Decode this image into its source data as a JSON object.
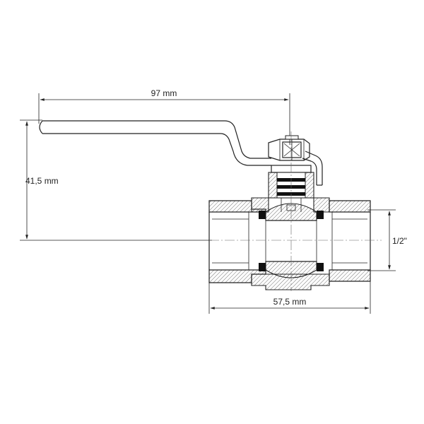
{
  "dimensions": {
    "handle_length": "97 mm",
    "height": "41,5 mm",
    "body_length": "57,5 mm",
    "thread_size": "1/2\""
  },
  "colors": {
    "line": "#222222",
    "background": "#ffffff"
  }
}
